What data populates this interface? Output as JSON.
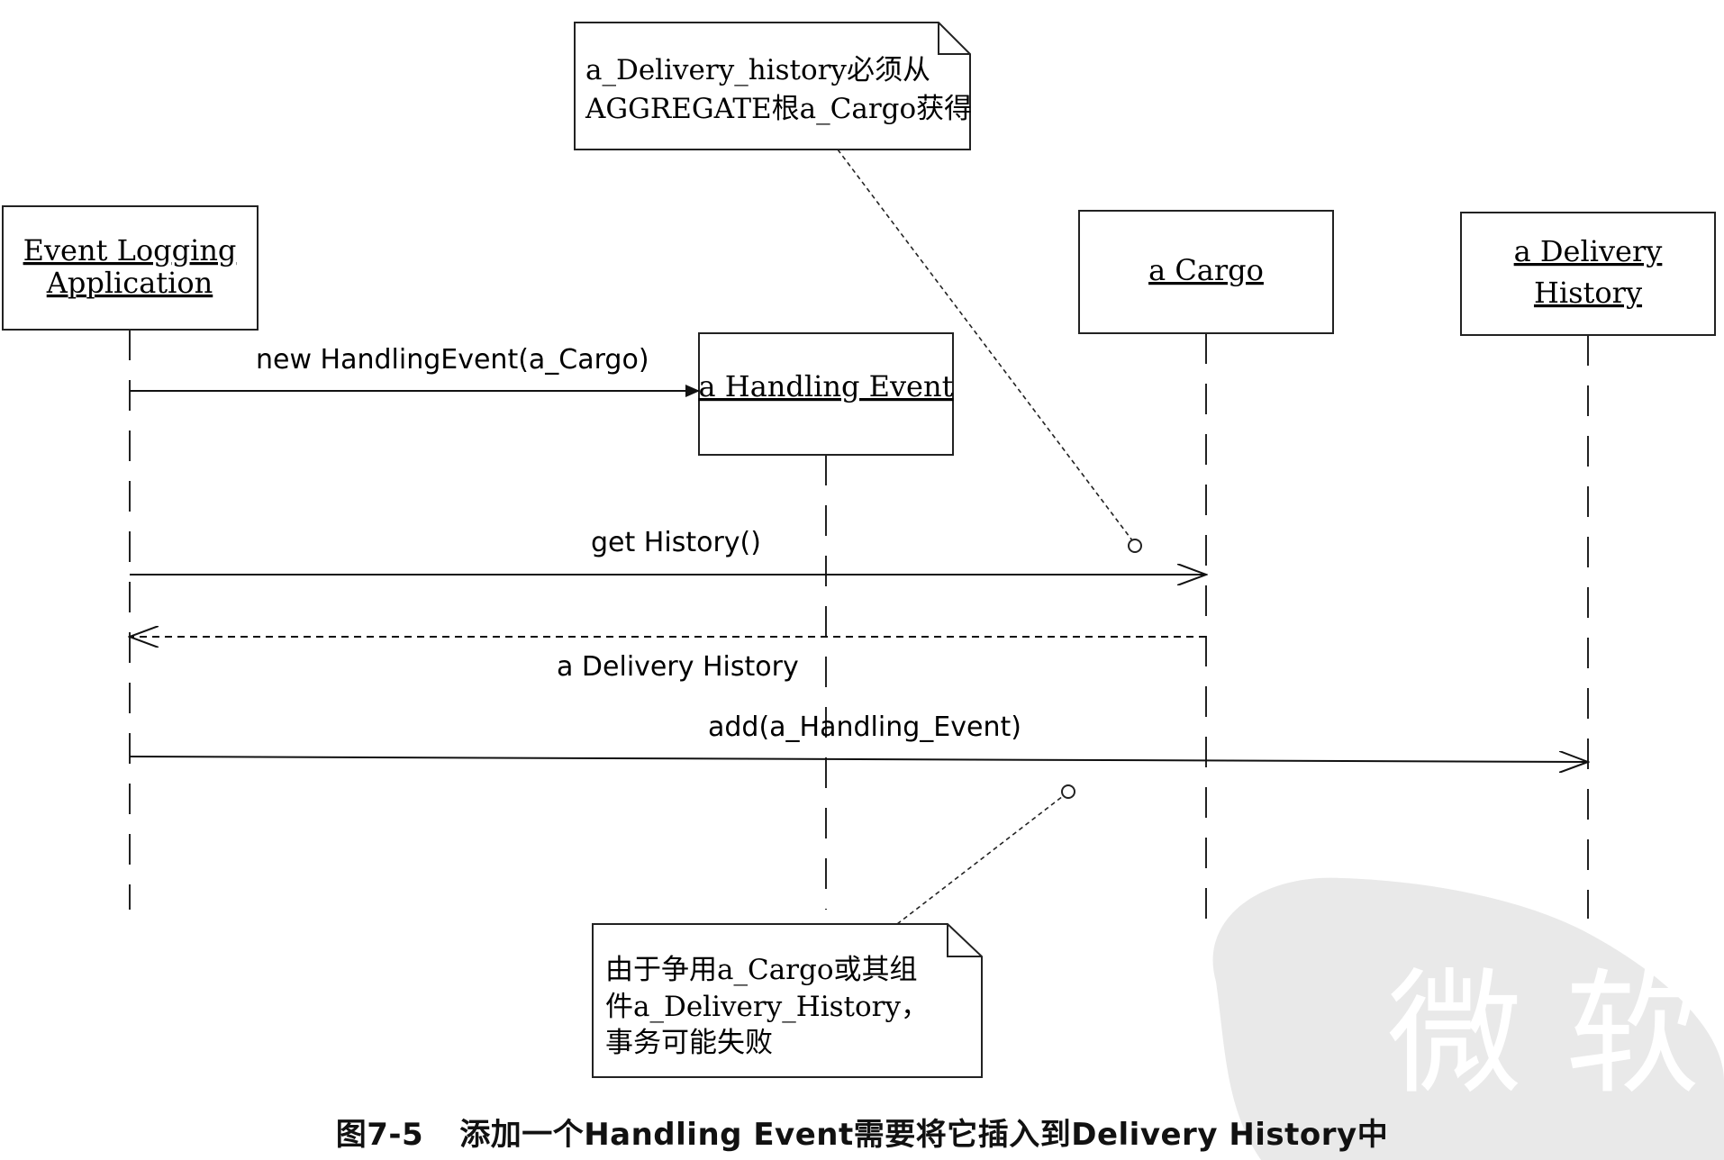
{
  "lifelines": {
    "event_logging_app": [
      "Event Logging",
      "Application"
    ],
    "handling_event": [
      "a Handling Event"
    ],
    "cargo": [
      "a Cargo"
    ],
    "delivery_history": [
      "a Delivery",
      "History"
    ]
  },
  "messages": {
    "create": "new HandlingEvent(a_Cargo)",
    "get_history": "get History()",
    "return_history": "a Delivery History",
    "add": "add(a_Handling_Event)"
  },
  "notes": {
    "aggregate_note": [
      "a_Delivery_history必须从",
      "AGGREGATE根a_Cargo获得"
    ],
    "contention_note": [
      "由于争用a_Cargo或其组",
      "件a_Delivery_History，",
      "事务可能失败"
    ]
  },
  "caption": {
    "number": "图7-5",
    "text": "添加一个Handling Event需要将它插入到Delivery History中"
  },
  "watermark": "微 软"
}
